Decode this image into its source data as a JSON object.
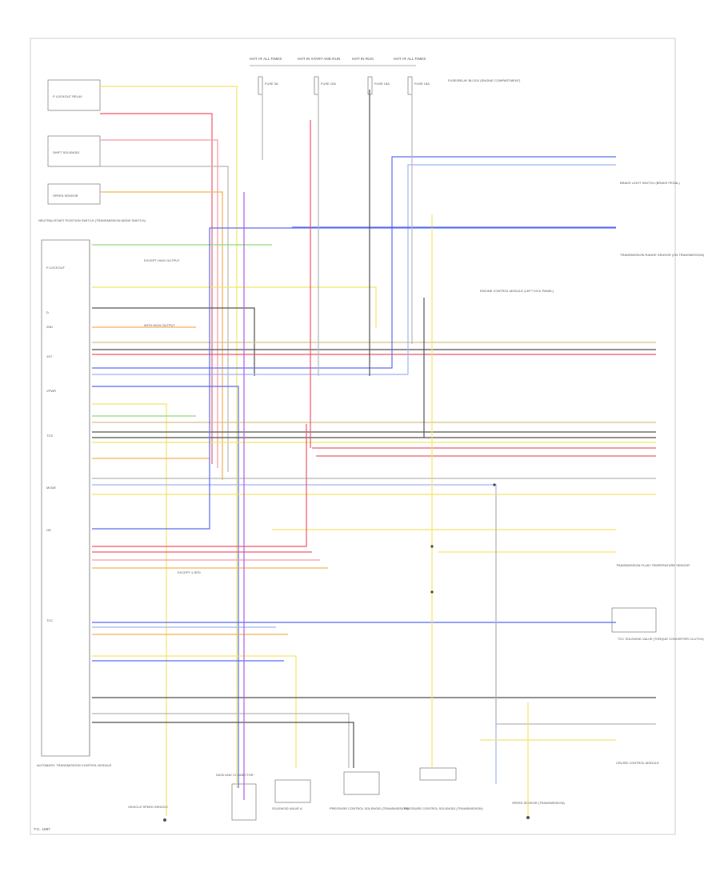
{
  "diagram": {
    "corner_label": "T-0.. 1997",
    "fuse_labels": [
      {
        "id": "f1",
        "label": "HOT AT ALL TIMES"
      },
      {
        "id": "f2",
        "label": "HOT IN START AND RUN"
      },
      {
        "id": "f3",
        "label": "HOT IN RUN"
      },
      {
        "id": "f4",
        "label": "HOT AT ALL TIMES"
      }
    ],
    "fuses": [
      "FUSE 3A",
      "FUSE 10A",
      "FUSE 15A",
      "FUSE 15A"
    ],
    "fuse_panel_label": "FUSE/RELAY BLOCK (ENGINE COMPARTMENT)",
    "left_block_label": "AUTOMATIC TRANSMISSION CONTROL MODULE",
    "top_left_label": "NEUTRAL/START POSITION SWITCH (TRANSMISSION MODE SWITCH)",
    "left_boxes": [
      "P LOCKOUT RELAY",
      "SHIFT SOLENOID",
      "SPEED SENSOR"
    ],
    "right_components": [
      "BRAKE LIGHT SWITCH (BRAKE PEDAL)",
      "TRANSMISSION RANGE SENSOR (ON TRANSMISSION)",
      "ENGINE CONTROL MODULE (LEFT KICK PANEL)",
      "TRANSMISSION FLUID TEMPERATURE SENSOR",
      "TCC SOLENOID VALVE (TORQUE CONVERTER CLUTCH)",
      "CRUISE CONTROL MODULE"
    ],
    "bottom_components": [
      "VEHICLE SPEED SENSOR",
      "DATA LINK CONNECTOR",
      "SOLENOID VALVE A",
      "PRESSURE CONTROL SOLENOID (TRANSMISSION)",
      "PRESSURE CONTROL SOLENOID (TRANSMISSION)",
      "SPEED SENSOR (TRANSMISSION)"
    ],
    "annotations": [
      "EXCEPT HIGH OUTPUT",
      "WITH HIGH OUTPUT",
      "EXCEPT 4-SPD"
    ],
    "left_pins": [
      "P LOCKOUT",
      "D",
      "2ND",
      "1ST",
      "VPWR",
      "TCS",
      "MODE",
      "OD",
      "TCC"
    ],
    "colors": {
      "red": "#ef5b6b",
      "pink": "#f59aa8",
      "yellow": "#f2e46a",
      "orange": "#f3b25a",
      "green": "#8fd97a",
      "blue": "#5b6ef0",
      "lightblue": "#9fb4f5",
      "purple": "#b25ce0",
      "dark": "#555555",
      "gray": "#b8b8b8",
      "tan": "#d8c08a"
    }
  }
}
